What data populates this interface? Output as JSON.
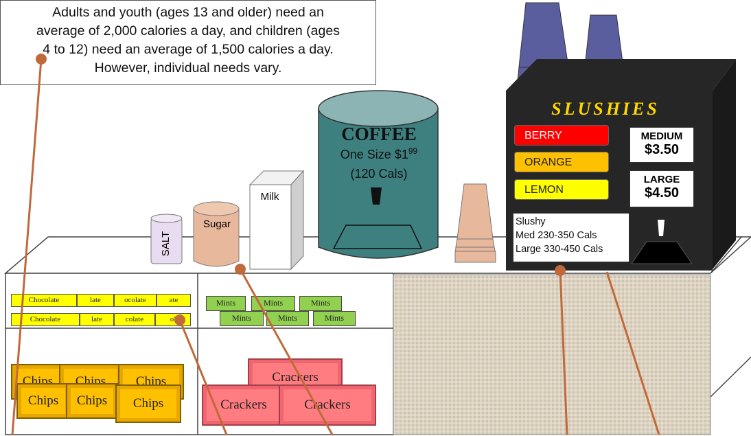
{
  "note": {
    "lines": [
      "Adults and youth (ages 13 and older) need an",
      "average of 2,000 calories a day, and children (ages",
      "4 to 12) need an average of 1,500 calories a day.",
      "However, individual needs vary."
    ]
  },
  "condiments": {
    "salt": "SALT",
    "sugar": "Sugar",
    "milk": "Milk"
  },
  "coffee": {
    "title": "COFFEE",
    "size_label": "One Size $1",
    "price_cents": "99",
    "calories": "(120 Cals)"
  },
  "slushies": {
    "title": "SLUSHIES",
    "flavors": [
      {
        "label": "BERRY",
        "color": "#ff0000",
        "text_color": "#ffffff"
      },
      {
        "label": "ORANGE",
        "color": "#ffc000",
        "text_color": "#222222"
      },
      {
        "label": "LEMON",
        "color": "#ffff00",
        "text_color": "#222222"
      }
    ],
    "prices": [
      {
        "size": "MEDIUM",
        "value": "$3.50"
      },
      {
        "size": "LARGE",
        "value": "$4.50"
      }
    ],
    "info": [
      "Slushy",
      "Med 230-350 Cals",
      "Large 330-450 Cals"
    ]
  },
  "shelf": {
    "chocolate_row1": [
      "Chocolate",
      "late",
      "ocolate",
      "ate"
    ],
    "chocolate_row2": [
      "Chocolate",
      "late",
      "colate",
      "ol"
    ],
    "mints_row1": [
      "Mints",
      "Mints",
      "Mints"
    ],
    "mints_row2": [
      "Mints",
      "Mints",
      "Mints"
    ],
    "chips_back": [
      "Chips",
      "Chips",
      "Chips"
    ],
    "chips_front": [
      "Chips",
      "Chips",
      "Chips"
    ],
    "crackers": [
      "Crackers",
      "Crackers",
      "Crackers"
    ]
  },
  "colors": {
    "coffee_body": "#3e7f7f",
    "coffee_top": "#8db4b4",
    "slushie_board": "#262626",
    "slushie_title": "#ffd700",
    "cups_purple": "#5b5e9e",
    "cups_peach": "#e8b89c",
    "pointer_line": "#c0693a"
  }
}
